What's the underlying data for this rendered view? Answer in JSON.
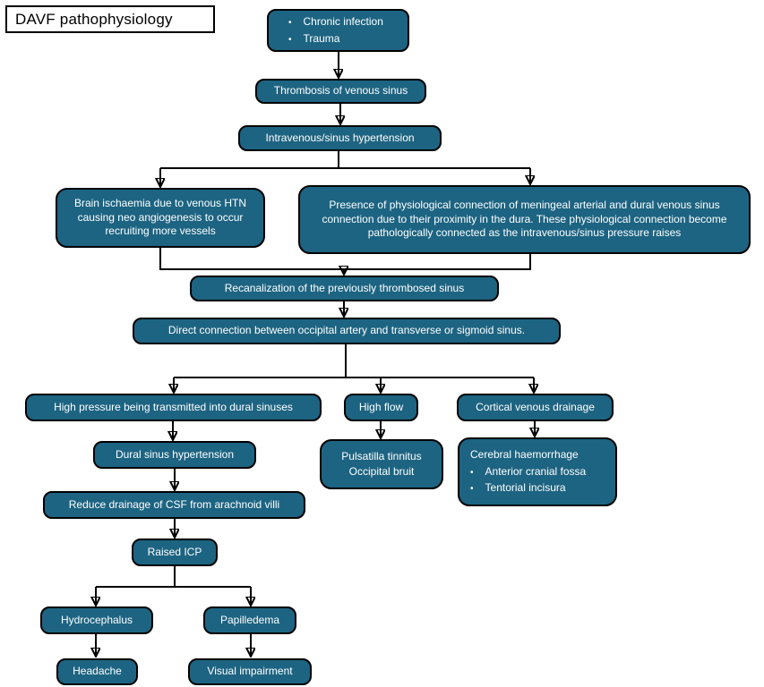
{
  "title": "DAVF pathophysiology",
  "colors": {
    "box_fill": "#1d6482",
    "box_border": "#000000",
    "box_text": "#ffffff",
    "title_text": "#000000",
    "connector": "#000000",
    "background": "#ffffff"
  },
  "nodes": {
    "causes": {
      "bullets": [
        "Chronic infection",
        "Trauma"
      ]
    },
    "thrombosis": {
      "label": "Thrombosis of venous sinus"
    },
    "sinus_hypertension": {
      "label": "Intravenous/sinus hypertension"
    },
    "brain_ischaemia": {
      "label": "Brain ischaemia due to venous HTN causing neo angiogenesis to occur recruiting more vessels"
    },
    "physiological_connection": {
      "label": "Presence of physiological connection of meningeal arterial and dural venous sinus connection due to their proximity in the dura. These physiological connection become pathologically connected as the intravenous/sinus pressure raises"
    },
    "recanalization": {
      "label": "Recanalization of the previously thrombosed sinus"
    },
    "direct_connection": {
      "label": "Direct connection between occipital artery and transverse or sigmoid sinus."
    },
    "high_pressure": {
      "label": "High pressure being transmitted into dural sinuses"
    },
    "high_flow": {
      "label": "High flow"
    },
    "cortical_drainage": {
      "label": "Cortical venous drainage"
    },
    "dural_hypertension": {
      "label": "Dural sinus hypertension"
    },
    "tinnitus": {
      "lines": [
        "Pulsatilla tinnitus",
        "Occipital bruit"
      ]
    },
    "haemorrhage": {
      "heading": "Cerebral haemorrhage",
      "bullets": [
        "Anterior cranial fossa",
        "Tentorial incisura"
      ]
    },
    "csf_drainage": {
      "label": "Reduce drainage of CSF from arachnoid villi"
    },
    "raised_icp": {
      "label": "Raised ICP"
    },
    "hydrocephalus": {
      "label": "Hydrocephalus"
    },
    "papilledema": {
      "label": "Papilledema"
    },
    "headache": {
      "label": "Headache"
    },
    "visual_impairment": {
      "label": "Visual impairment"
    }
  }
}
